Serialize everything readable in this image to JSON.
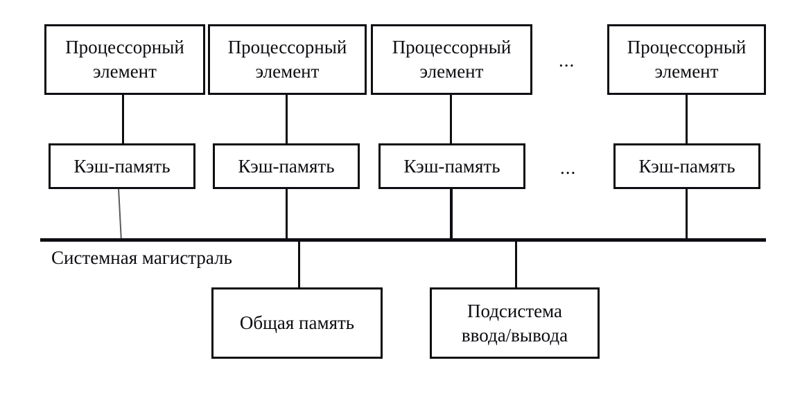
{
  "diagram": {
    "title_text": "",
    "colors": {
      "stroke": "#0d0d12",
      "background": "#ffffff",
      "faint_stroke": "#5a5a60"
    },
    "processor_row": {
      "ellipsis": "...",
      "boxes": [
        {
          "line1": "Процессорный",
          "line2": "элемент"
        },
        {
          "line1": "Процессорный",
          "line2": "элемент"
        },
        {
          "line1": "Процессорный",
          "line2": "элемент"
        },
        {
          "line1": "Процессорный",
          "line2": "элемент"
        }
      ]
    },
    "cache_row": {
      "ellipsis": "...",
      "boxes": [
        {
          "line1": "Кэш-память"
        },
        {
          "line1": "Кэш-память"
        },
        {
          "line1": "Кэш-память"
        },
        {
          "line1": "Кэш-память"
        }
      ]
    },
    "bus": {
      "label": "Системная магистраль"
    },
    "bottom_row": {
      "boxes": [
        {
          "line1": "Общая память",
          "line2": ""
        },
        {
          "line1": "Подсистема",
          "line2": "ввода/вывода"
        }
      ]
    }
  }
}
